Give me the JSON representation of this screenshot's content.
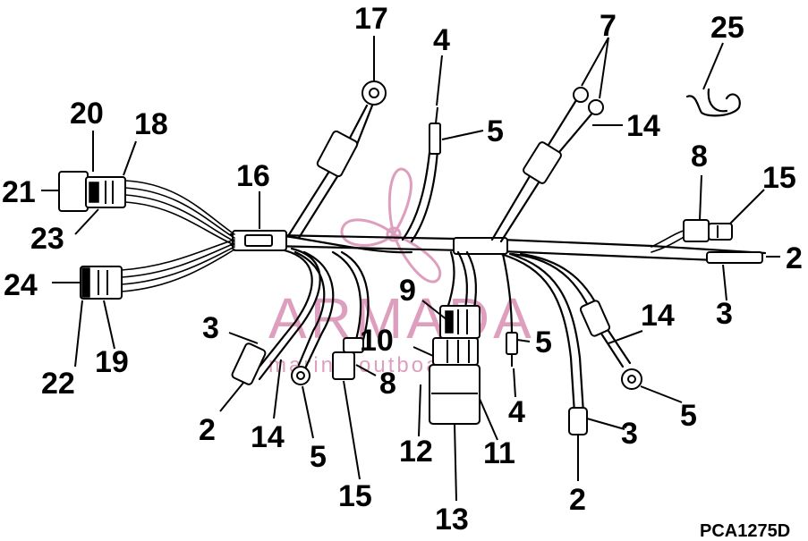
{
  "watermark": {
    "brand": "ARMADA",
    "tagline": "marine outboards",
    "color": "#d98fb4"
  },
  "figure_code": "PCA1275D",
  "callouts": {
    "c17": "17",
    "c4_top": "4",
    "c7": "7",
    "c25": "25",
    "c5_top": "5",
    "c14_top": "14",
    "c20": "20",
    "c18": "18",
    "c16": "16",
    "c8_right": "8",
    "c15_right": "15",
    "c21": "21",
    "c23": "23",
    "c2_right": "2",
    "c24": "24",
    "c3_right": "3",
    "c9": "9",
    "c14_right": "14",
    "c3_left": "3",
    "c10": "10",
    "c5_mid": "5",
    "c22": "22",
    "c19": "19",
    "c8_mid": "8",
    "c4_mid": "4",
    "c5_right": "5",
    "c2_left": "2",
    "c14_bottom": "14",
    "c3_bottom": "3",
    "c12": "12",
    "c11": "11",
    "c5_bottom": "5",
    "c15_bottom": "15",
    "c2_bottom": "2",
    "c13": "13"
  }
}
